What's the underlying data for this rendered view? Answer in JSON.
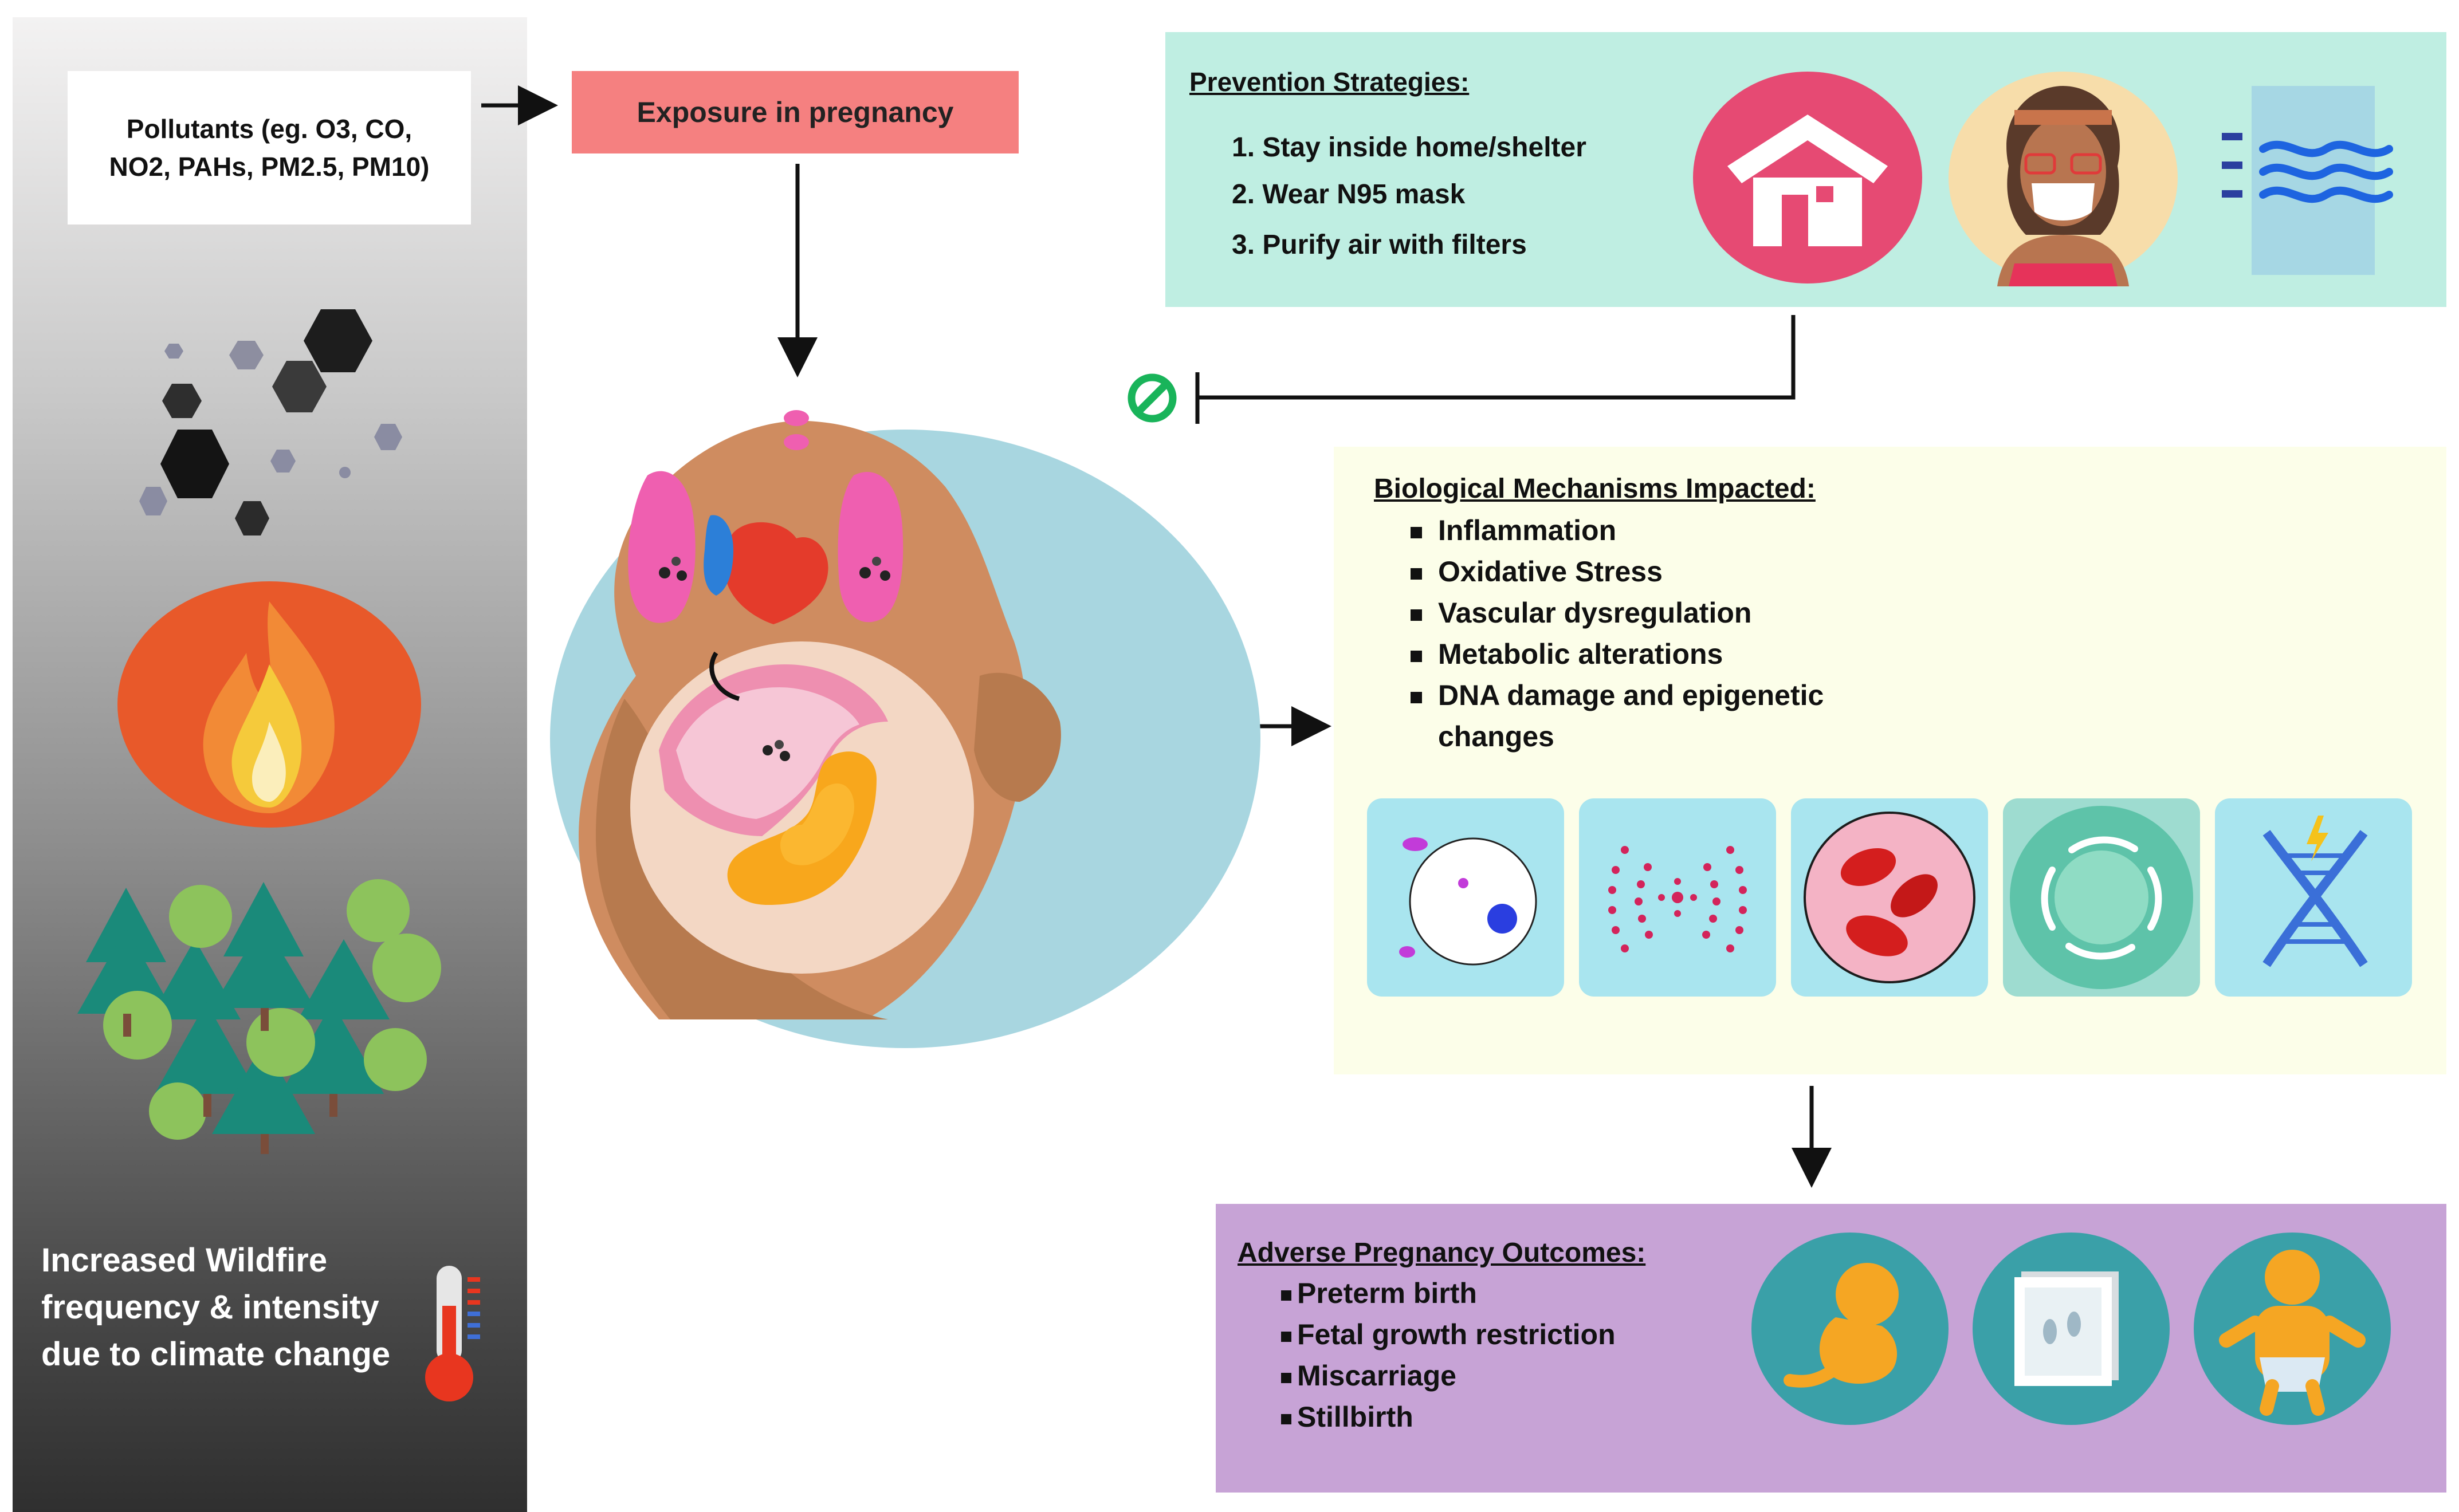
{
  "pollutants": {
    "label": "Pollutants (eg. O3, CO, NO2, PAHs, PM2.5, PM10)"
  },
  "exposure": {
    "label": "Exposure in pregnancy"
  },
  "climate": {
    "label": "Increased Wildfire frequency & intensity due to climate change"
  },
  "prevention": {
    "title": "Prevention Strategies:",
    "items": [
      "1. Stay inside home/shelter",
      "2. Wear N95 mask",
      "3. Purify air with filters"
    ]
  },
  "mechanisms": {
    "title": "Biological Mechanisms Impacted:",
    "items": [
      "Inflammation",
      "Oxidative Stress",
      "Vascular dysregulation",
      "Metabolic alterations",
      "DNA damage and epigenetic",
      "changes"
    ]
  },
  "outcomes": {
    "title": "Adverse Pregnancy Outcomes:",
    "items": [
      "Preterm birth",
      "Fetal growth restriction",
      "Miscarriage",
      "Stillbirth"
    ]
  },
  "colors": {
    "exposure": "#f58080",
    "prevention": "#bfeee2",
    "mechanisms": "#fcfee9",
    "outcomes": "#c7a3d6",
    "block": "#19b45a"
  }
}
